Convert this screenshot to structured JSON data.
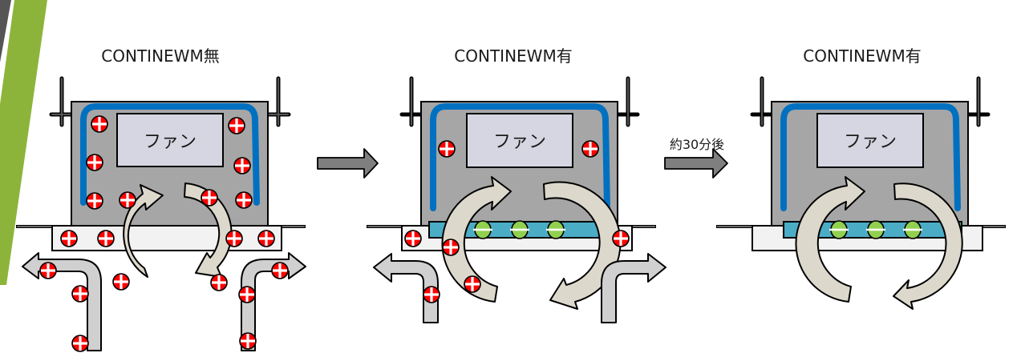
{
  "colors": {
    "accent_stripe": "#8db43a",
    "dark_stripe": "#555555",
    "unit_body": "#a6a6a6",
    "fan_box": "#d6d6e2",
    "airflow_duct": "#0070c0",
    "filter_bar": "#4bacc6",
    "panel_plate": "#f2f2f2",
    "circulation_arrow": "#ddd8cc",
    "exhaust_arrow": "#d0d0d0",
    "transition_arrow": "#7f7f7f",
    "particle_charged": "#ff0000",
    "particle_captured": "#92d050"
  },
  "panels": [
    {
      "title": "CONTINEWM無",
      "fan_label": "ファン",
      "filter": false,
      "charged_particle_count": 20,
      "captured_particle_count": 0
    },
    {
      "title": "CONTINEWM有",
      "fan_label": "ファン",
      "filter": true,
      "charged_particle_count": 7,
      "captured_particle_count": 3
    },
    {
      "title": "CONTINEWM有",
      "fan_label": "ファン",
      "filter": true,
      "charged_particle_count": 0,
      "captured_particle_count": 3
    }
  ],
  "transitions": [
    {
      "label": ""
    },
    {
      "label": "約30分後"
    }
  ]
}
